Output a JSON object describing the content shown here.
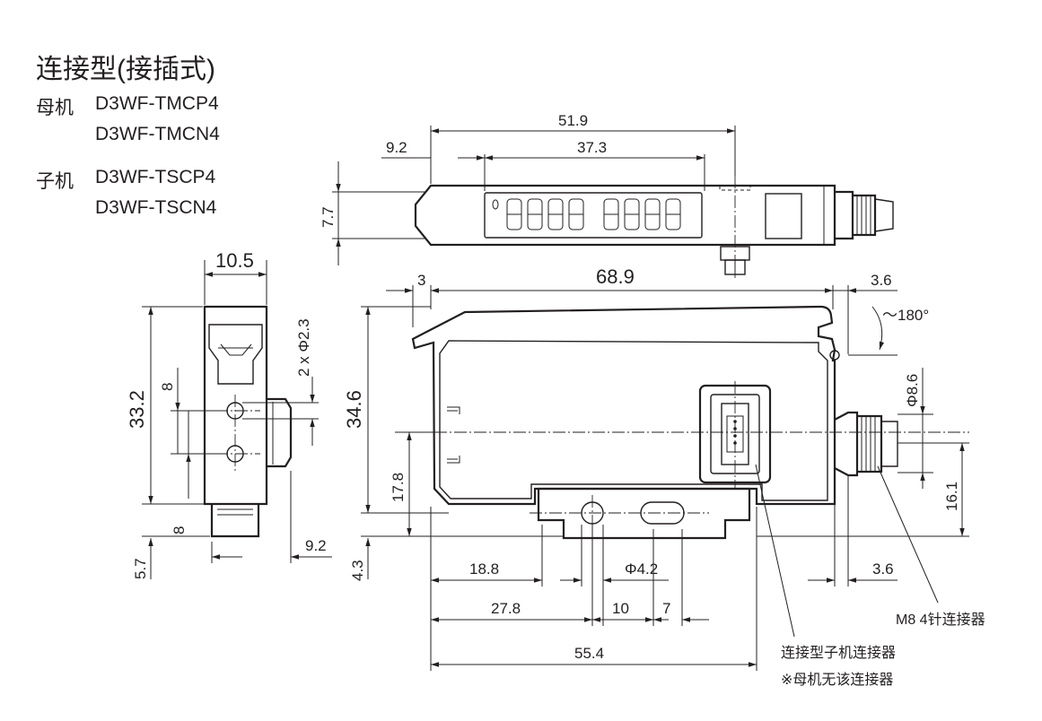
{
  "title": "连接型(接插式)",
  "models": {
    "master_label": "母机",
    "master_1": "D3WF-TMCP4",
    "master_2": "D3WF-TMCN4",
    "slave_label": "子机",
    "slave_1": "D3WF-TSCP4",
    "slave_2": "D3WF-TSCN4"
  },
  "dimensions": {
    "top_overall": "51.9",
    "top_display": "37.3",
    "top_offset": "9.2",
    "top_height": "7.7",
    "side_width": "10.5",
    "side_height": "33.2",
    "side_hole": "2 x Φ2.3",
    "side_pitch_1": "8",
    "side_pitch_2": "8",
    "side_bottom": "5.7",
    "side_clip": "9.2",
    "front_left": "3",
    "front_overall": "68.9",
    "front_right": "3.6",
    "rotation": "～180°",
    "front_height": "34.6",
    "front_mid": "17.8",
    "front_bottom": "4.3",
    "conn_dia": "Φ8.6",
    "conn_height": "16.1",
    "conn_offset": "3.6",
    "hole_x": "18.8",
    "hole_dia": "Φ4.2",
    "slot_x": "27.8",
    "slot_pitch": "10",
    "slot_len": "7",
    "rail_len": "55.4"
  },
  "notes": {
    "m8": "M8 4针连接器",
    "slave_conn": "连接型子机连接器",
    "no_conn": "※母机无该连接器"
  }
}
